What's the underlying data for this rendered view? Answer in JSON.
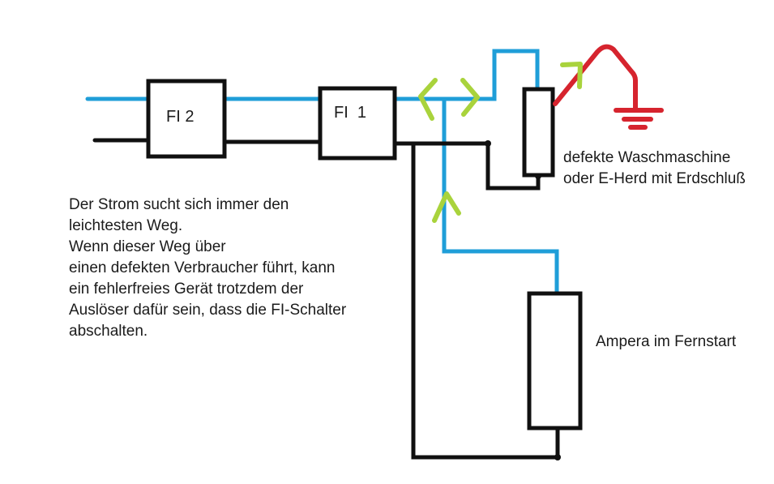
{
  "labels": {
    "fi2": "FI 2",
    "fi1": "FI  1",
    "washer_line1": "defekte Waschmaschine",
    "washer_line2": "oder E-Herd mit Erdschluß",
    "ampera": "Ampera im Fernstart"
  },
  "caption": {
    "lines": [
      "Der Strom sucht sich immer den",
      "leichtesten Weg.",
      "Wenn dieser Weg über",
      "einen defekten Verbraucher führt, kann",
      "ein fehlerfreies Gerät trotzdem der",
      "Auslöser dafür sein, dass die FI-Schalter",
      "abschalten."
    ]
  },
  "colors": {
    "background": "#ffffff",
    "wire_blue": "#1f9ed8",
    "wire_black": "#101010",
    "wire_red": "#d6242e",
    "arrow_green": "#a9d33c",
    "text": "#1b1b1b"
  },
  "icons": {
    "earth_ground": "earth-ground-icon",
    "current_direction_arrows": "current-arrow-icon"
  }
}
